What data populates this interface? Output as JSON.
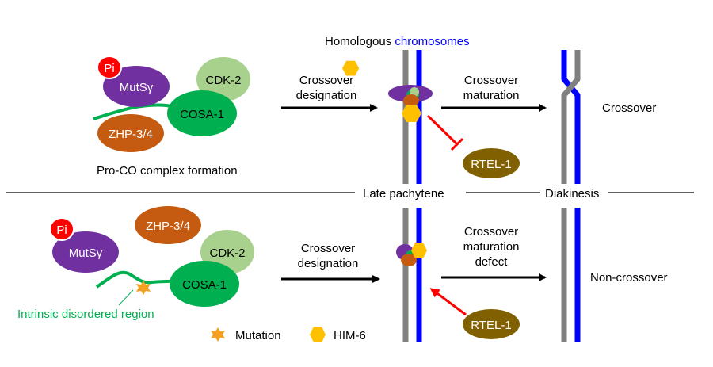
{
  "header": {
    "homologous": "Homologous",
    "chromosomes": "chromosomes"
  },
  "stage_labels": {
    "late_pachytene": "Late pachytene",
    "diakinesis": "Diakinesis"
  },
  "top_row": {
    "proteins": {
      "pi": "Pi",
      "mutsy": "MutSγ",
      "cdk2": "CDK-2",
      "cosa1": "COSA-1",
      "zhp": "ZHP-3/4"
    },
    "complex_caption": "Pro-CO complex formation",
    "arrow1_label": [
      "Crossover",
      "designation"
    ],
    "arrow2_label": [
      "Crossover",
      "maturation"
    ],
    "rtel": "RTEL-1",
    "outcome": "Crossover"
  },
  "bottom_row": {
    "proteins": {
      "pi": "Pi",
      "mutsy": "MutSγ",
      "zhp": "ZHP-3/4",
      "cdk2": "CDK-2",
      "cosa1": "COSA-1"
    },
    "idr_caption": "Intrinsic disordered region",
    "arrow1_label": [
      "Crossover",
      "designation"
    ],
    "arrow2_label": [
      "Crossover",
      "maturation",
      "defect"
    ],
    "rtel": "RTEL-1",
    "outcome": "Non-crossover"
  },
  "legend": {
    "mutation": "Mutation",
    "him6": "HIM-6"
  },
  "colors": {
    "purple": "#7030a0",
    "orange": "#c55a11",
    "green": "#00b050",
    "light_green": "#a9d18e",
    "red": "#ff0000",
    "gold": "#ffc000",
    "olive": "#806000",
    "blue": "#0000ff",
    "gray": "#808080"
  }
}
